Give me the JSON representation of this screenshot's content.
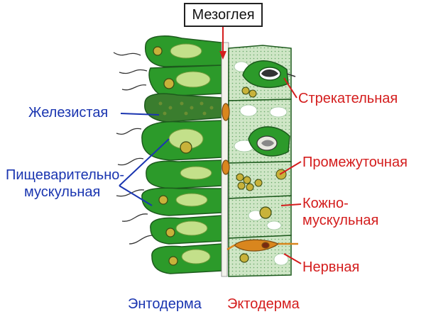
{
  "title": "Мезоглея",
  "labels": {
    "glandular": "Железистая",
    "digestive_line1": "Пищеварительно-",
    "digestive_line2": "мускульная",
    "endoderm": "Энтодерма",
    "stinging": "Стрекательная",
    "intermediate": "Промежуточная",
    "skin_line1": "Кожно-",
    "skin_line2": "мускульная",
    "nerve": "Нервная",
    "ectoderm": "Эктодерма"
  },
  "colors": {
    "endoderm_label": "#1a35b0",
    "ectoderm_label": "#d41d1d",
    "endoderm_cells": "#2c9a2a",
    "ectoderm_cells": "#cfe6c6",
    "mesoglea": "#f3f3ec",
    "nerve_cell": "#d9861e"
  }
}
